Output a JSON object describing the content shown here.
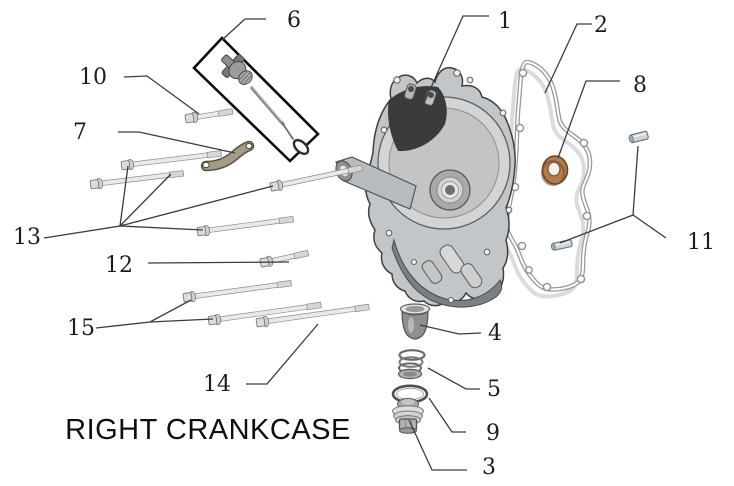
{
  "diagram_type": "exploded-parts-diagram",
  "title": "RIGHT CRANKCASE",
  "callouts": {
    "1": "1",
    "2": "2",
    "3": "3",
    "4": "4",
    "5": "5",
    "6": "6",
    "7": "7",
    "8": "8",
    "9": "9",
    "10": "10",
    "11": "11",
    "12": "12",
    "13": "13",
    "14": "14",
    "15": "15"
  },
  "colors": {
    "background": "#ffffff",
    "leader_line": "#3c3c3c",
    "oil_seal_copper": "#b27b4e",
    "gasket_gray": "#9a9a9a",
    "metal_light": "#d2d4d5",
    "metal_dark": "#3b3b3c"
  }
}
